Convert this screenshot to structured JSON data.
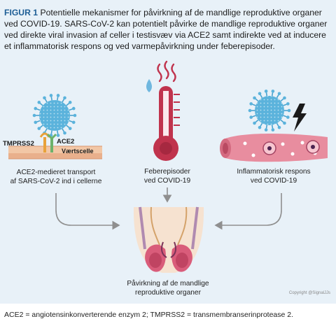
{
  "caption": {
    "label": "FIGUR 1",
    "text": " Potentielle mekanismer for påvirkning af de mandlige reproduktive organer ved COVID-19. SARS-CoV-2 kan potentielt påvirke de mandlige reproduktive organer ved direkte viral invasion af celler i testisvæv via ACE2 samt indirekte ved at inducere et inflammatorisk respons og ved varmepåvirkning under feberepisoder."
  },
  "panels": {
    "left": {
      "receptor1": "TMPRSS2",
      "receptor2": "ACE2",
      "cell": "Værtscelle",
      "label_line1": "ACE2-medieret transport",
      "label_line2": "af SARS-CoV-2 ind i cellerne"
    },
    "center": {
      "label_line1": "Feberepisoder",
      "label_line2": "ved COVID-19"
    },
    "right": {
      "label_line1": "Inflammatorisk respons",
      "label_line2": "ved COVID-19"
    },
    "bottom": {
      "label_line1": "Påvirkning af de mandlige",
      "label_line2": "reproduktive organer"
    }
  },
  "copyright": "Copyright @SignalJJs",
  "footnote": "ACE2 = angiotensinkonverterende enzym 2; TMPRSS2 = transmembranserinprotease 2.",
  "colors": {
    "panel_bg": "#e8f1f8",
    "label_accent": "#1f5f96",
    "virus": "#5bb3dc",
    "thermometer": "#c0334d",
    "vessel": "#e88d9f",
    "arrow": "#8f8f8f"
  }
}
